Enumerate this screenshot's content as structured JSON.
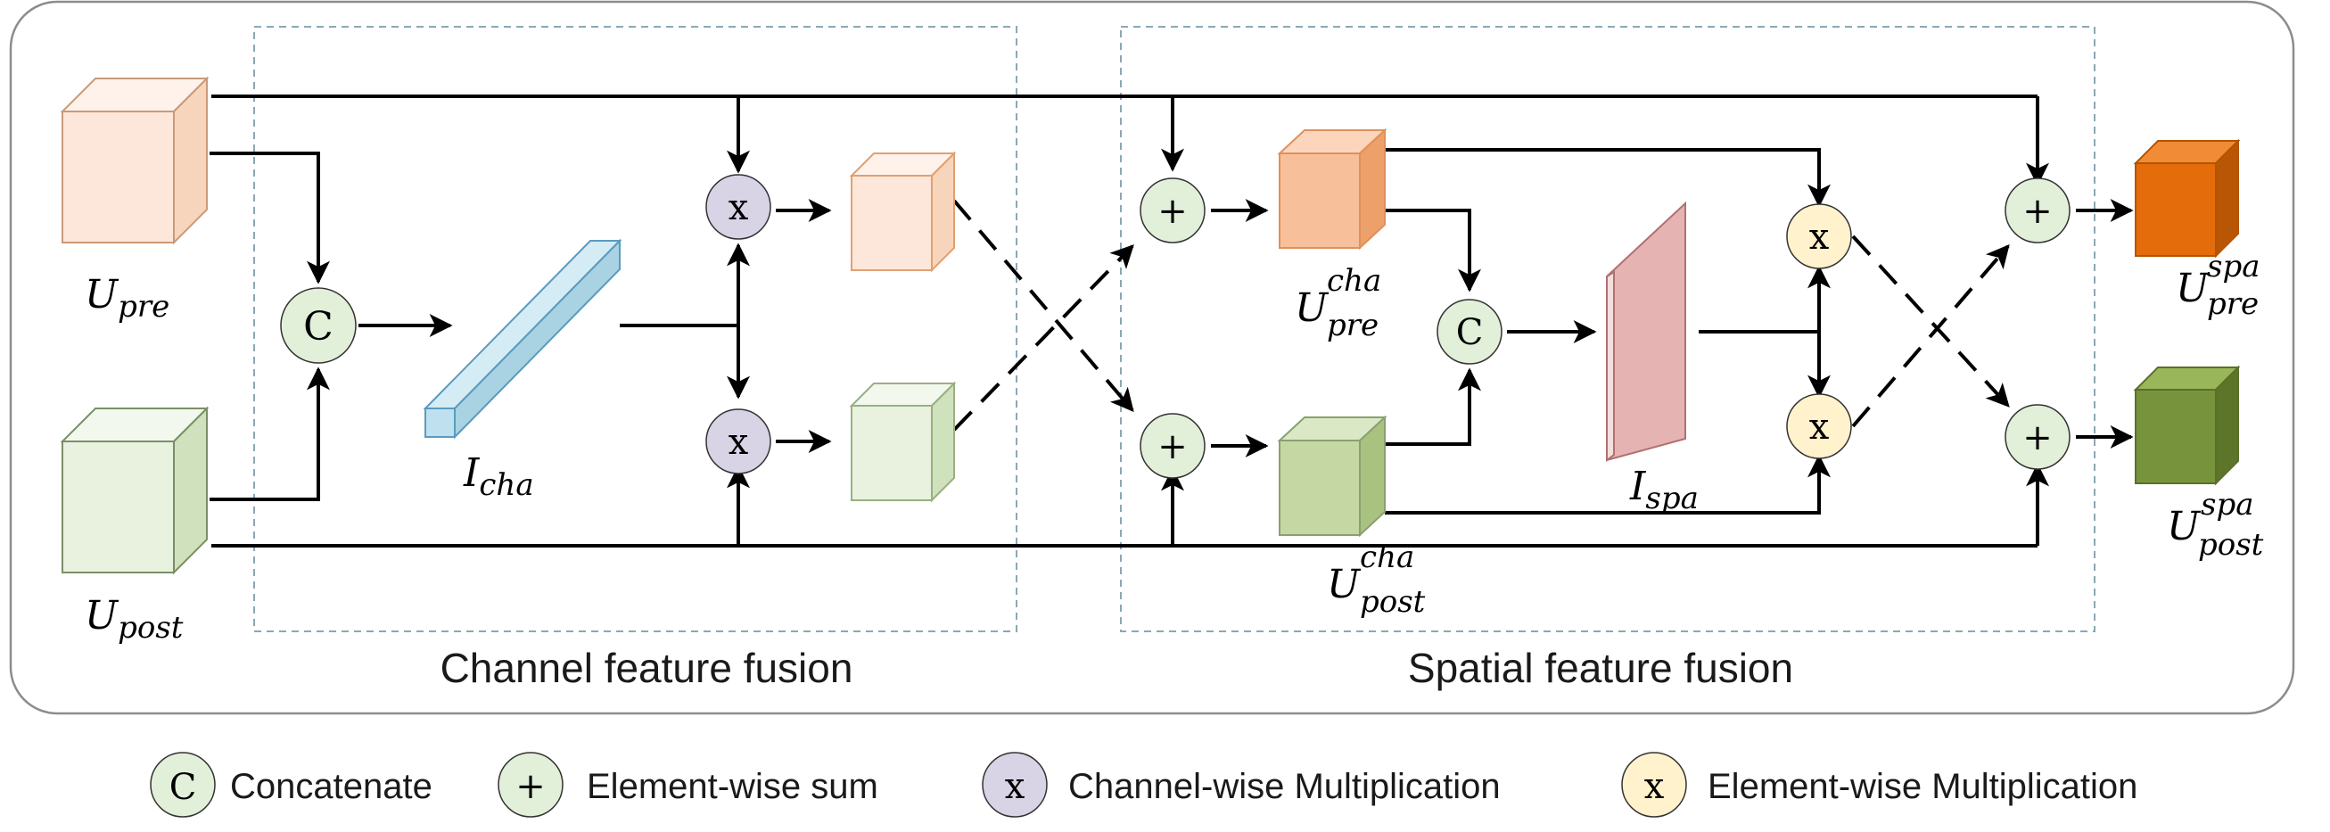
{
  "colors": {
    "concat_fill": "#e2efd9",
    "sum_fill": "#e2efd9",
    "chan_mult_fill": "#d9d3e6",
    "elem_mult_fill": "#fff2cc",
    "pre_light": "#fde7da",
    "post_light": "#e9f2df",
    "pre_mid": "#f8c09a",
    "post_mid": "#c5d8a4",
    "pre_dark": "#e46c0a",
    "post_dark": "#77933c",
    "vector_fill": "#d6ecf5",
    "map_fill": "#e6b3b3",
    "border": "#8c8c8c",
    "dashed_region": "#8aa8b5"
  },
  "regions": {
    "channel": "Channel feature fusion",
    "spatial": "Spatial feature fusion"
  },
  "nodes": {
    "u_pre": {
      "main": "U",
      "sub": "pre"
    },
    "u_post": {
      "main": "U",
      "sub": "post"
    },
    "i_cha": {
      "main": "I",
      "sub": "cha"
    },
    "i_spa": {
      "main": "I",
      "sub": "spa"
    },
    "u_pre_cha": {
      "main": "U",
      "sub": "pre",
      "sup": "cha"
    },
    "u_post_cha": {
      "main": "U",
      "sub": "post",
      "sup": "cha"
    },
    "u_pre_spa": {
      "main": "U",
      "sub": "pre",
      "sup": "spa"
    },
    "u_post_spa": {
      "main": "U",
      "sub": "post",
      "sup": "spa"
    }
  },
  "symbols": {
    "concat": "C",
    "sum": "+",
    "mult": "x"
  },
  "legend": [
    {
      "symbol": "C",
      "kind": "concat",
      "label": "Concatenate"
    },
    {
      "symbol": "+",
      "kind": "sum",
      "label": "Element-wise sum"
    },
    {
      "symbol": "x",
      "kind": "chan_mult",
      "label": "Channel-wise Multiplication"
    },
    {
      "symbol": "x",
      "kind": "elem_mult",
      "label": "Element-wise Multiplication"
    }
  ]
}
